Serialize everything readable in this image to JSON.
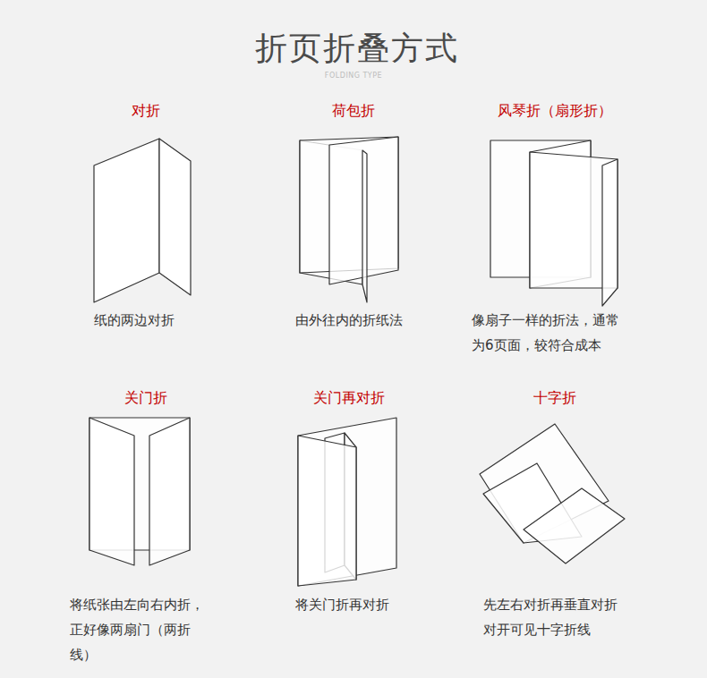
{
  "diagram": {
    "title": "折页折叠方式",
    "labels": [
      "FOLDING TYPE",
      "对折",
      "纸的两边对折",
      "荷包折",
      "由外往内的折纸法",
      "风琴折（扇形折）",
      "像扇子一样的折法，通常为6页面，较符合成本",
      "关门折",
      "将纸张由左向右内折，正好像两扇门（两折线）",
      "关门再对折",
      "将关门折再对折",
      "十字折",
      "先左右对折再垂直对折对开可见十字折线"
    ]
  }
}
